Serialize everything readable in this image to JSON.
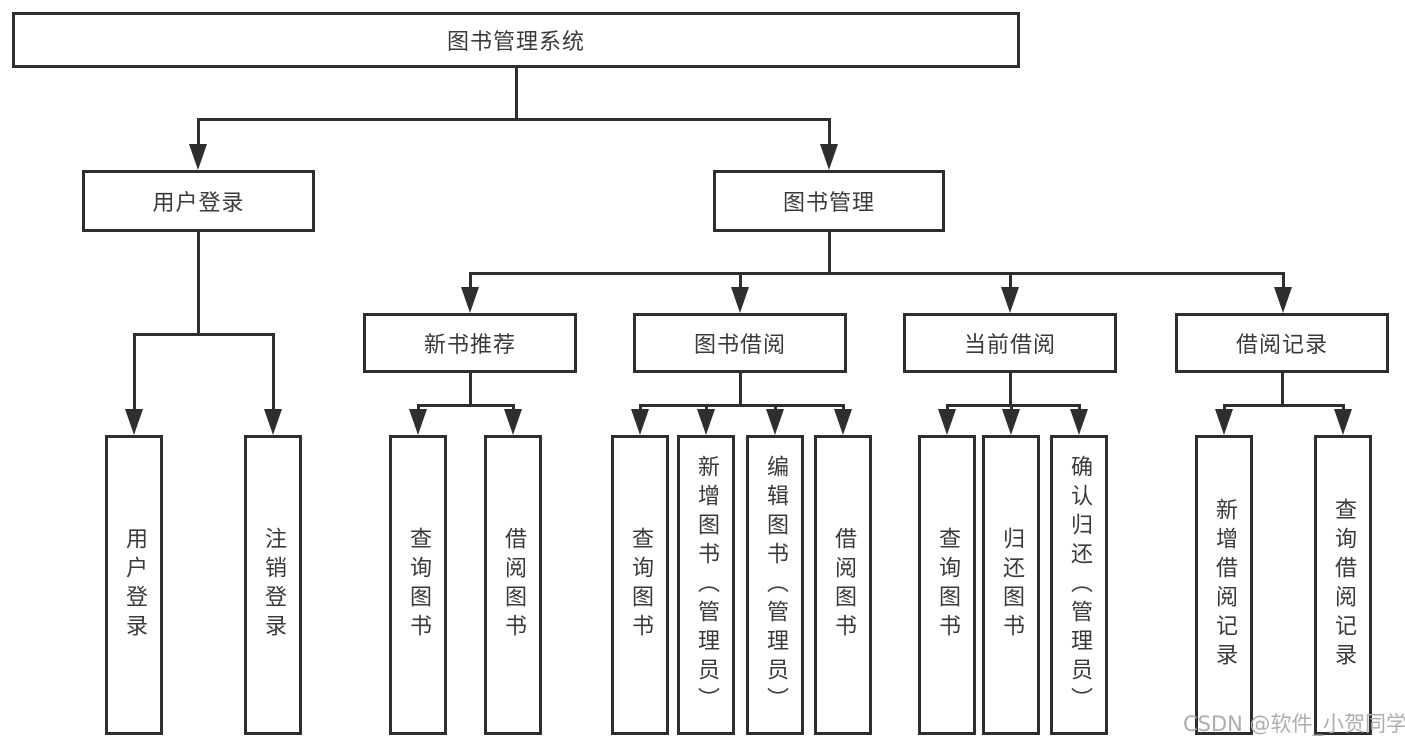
{
  "title": "图书管理系统",
  "watermark": "CSDN @软件_小贺同学",
  "colors": {
    "line": "#2e2e2e",
    "text": "#3a3a3a",
    "watermark": "#aeaeae"
  },
  "tree": {
    "label": "图书管理系统",
    "children": [
      {
        "label": "用户登录",
        "children": [
          {
            "label": "用户登录"
          },
          {
            "label": "注销登录"
          }
        ]
      },
      {
        "label": "图书管理",
        "children": [
          {
            "label": "新书推荐",
            "children": [
              {
                "label": "查询图书"
              },
              {
                "label": "借阅图书"
              }
            ]
          },
          {
            "label": "图书借阅",
            "children": [
              {
                "label": "查询图书"
              },
              {
                "label": "新增图书（管理员）"
              },
              {
                "label": "编辑图书（管理员）"
              },
              {
                "label": "借阅图书"
              }
            ]
          },
          {
            "label": "当前借阅",
            "children": [
              {
                "label": "查询图书"
              },
              {
                "label": "归还图书"
              },
              {
                "label": "确认归还（管理员）"
              }
            ]
          },
          {
            "label": "借阅记录",
            "children": [
              {
                "label": "新增借阅记录"
              },
              {
                "label": "查询借阅记录"
              }
            ]
          }
        ]
      }
    ]
  }
}
